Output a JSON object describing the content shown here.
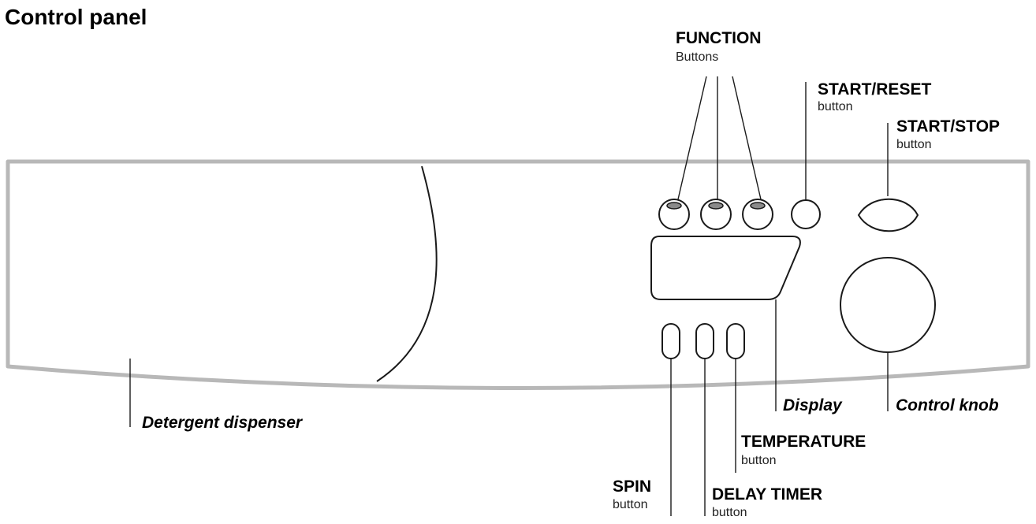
{
  "title": "Control panel",
  "labels": {
    "function": {
      "name": "FUNCTION",
      "sub": "Buttons"
    },
    "start_reset": {
      "name": "START/RESET",
      "sub": "button"
    },
    "start_stop": {
      "name": "START/STOP",
      "sub": "button"
    },
    "temperature": {
      "name": "TEMPERATURE",
      "sub": "button"
    },
    "spin": {
      "name": "SPIN",
      "sub": "button"
    },
    "delay_timer": {
      "name": "DELAY TIMER",
      "sub": "button"
    },
    "display": "Display",
    "control_knob": "Control knob",
    "detergent_dispenser": "Detergent dispenser"
  },
  "colors": {
    "panel_outline": "#b8b8b8",
    "line": "#1a1a1a",
    "light_indicator": "#8a8a8a"
  }
}
